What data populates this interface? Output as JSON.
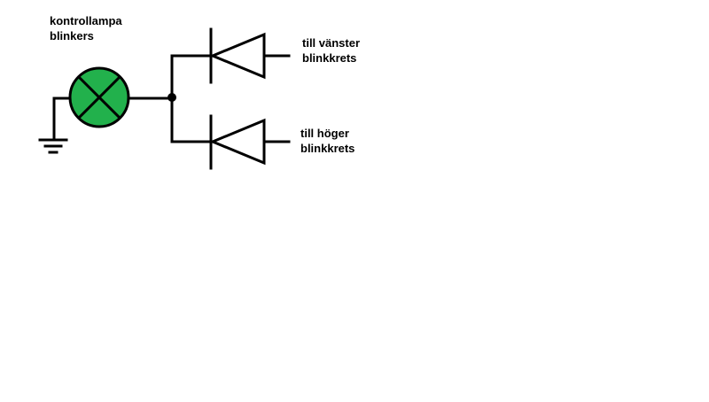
{
  "labels": {
    "lamp": {
      "line1": "kontrollampa",
      "line2": "blinkers"
    },
    "left": {
      "line1": "till vänster",
      "line2": "blinkkrets"
    },
    "right": {
      "line1": "till höger",
      "line2": "blinkkrets"
    }
  },
  "colors": {
    "wire": "#000000",
    "lamp_fill": "#22b14c",
    "background": "#ffffff"
  },
  "components": {
    "lamp": "indicator-lamp-icon",
    "ground": "ground-icon",
    "diode_upper": "diode-icon",
    "diode_lower": "diode-icon"
  }
}
